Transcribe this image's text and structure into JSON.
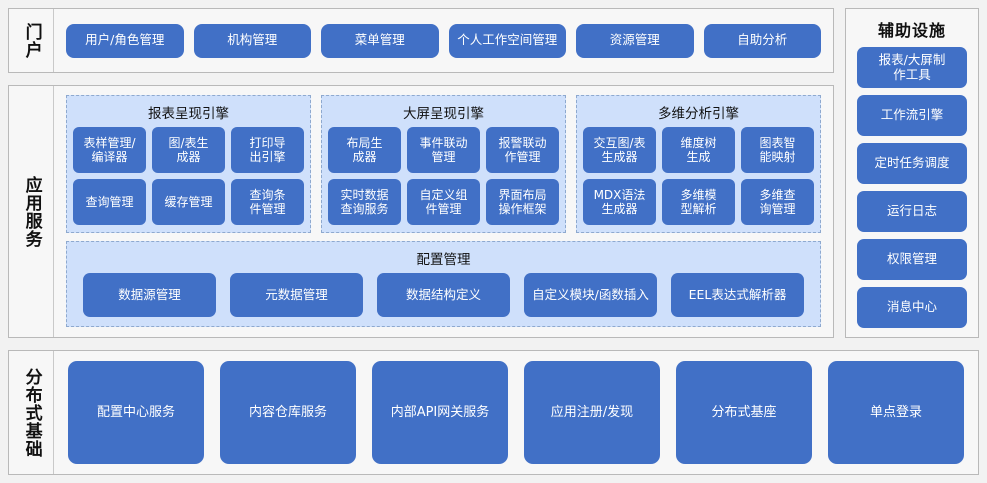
{
  "portal": {
    "label": "门户",
    "items": [
      "用户/角色管理",
      "机构管理",
      "菜单管理",
      "个人工作空间管理",
      "资源管理",
      "自助分析"
    ]
  },
  "aux": {
    "title": "辅助设施",
    "items": [
      "报表/大屏制\n作工具",
      "工作流引擎",
      "定时任务调度",
      "运行日志",
      "权限管理",
      "消息中心"
    ]
  },
  "app_services": {
    "label": "应用服务",
    "engines": [
      {
        "title": "报表呈现引擎",
        "items": [
          "表样管理/\n编译器",
          "图/表生\n成器",
          "打印导\n出引擎",
          "查询管理",
          "缓存管理",
          "查询条\n件管理"
        ]
      },
      {
        "title": "大屏呈现引擎",
        "items": [
          "布局生\n成器",
          "事件联动\n管理",
          "报警联动\n作管理",
          "实时数据\n查询服务",
          "自定义组\n件管理",
          "界面布局\n操作框架"
        ]
      },
      {
        "title": "多维分析引擎",
        "items": [
          "交互图/表\n生成器",
          "维度树\n生成",
          "图表智\n能映射",
          "MDX语法\n生成器",
          "多维模\n型解析",
          "多维查\n询管理"
        ]
      }
    ],
    "config": {
      "title": "配置管理",
      "items": [
        "数据源管理",
        "元数据管理",
        "数据结构定义",
        "自定义模块/函数插入",
        "EEL表达式解析器"
      ]
    }
  },
  "distributed": {
    "label": "分布式基础",
    "items": [
      "配置中心服务",
      "内容仓库服务",
      "内部API网关服务",
      "应用注册/发现",
      "分布式基座",
      "单点登录"
    ]
  },
  "colors": {
    "node_blue": "#4170c6",
    "group_bg": "#cfe0fb",
    "group_border": "#8ea9cf",
    "panel_bg": "#f7f7f7",
    "panel_border": "#b9b9b9",
    "page_bg": "#f2f2f2"
  }
}
